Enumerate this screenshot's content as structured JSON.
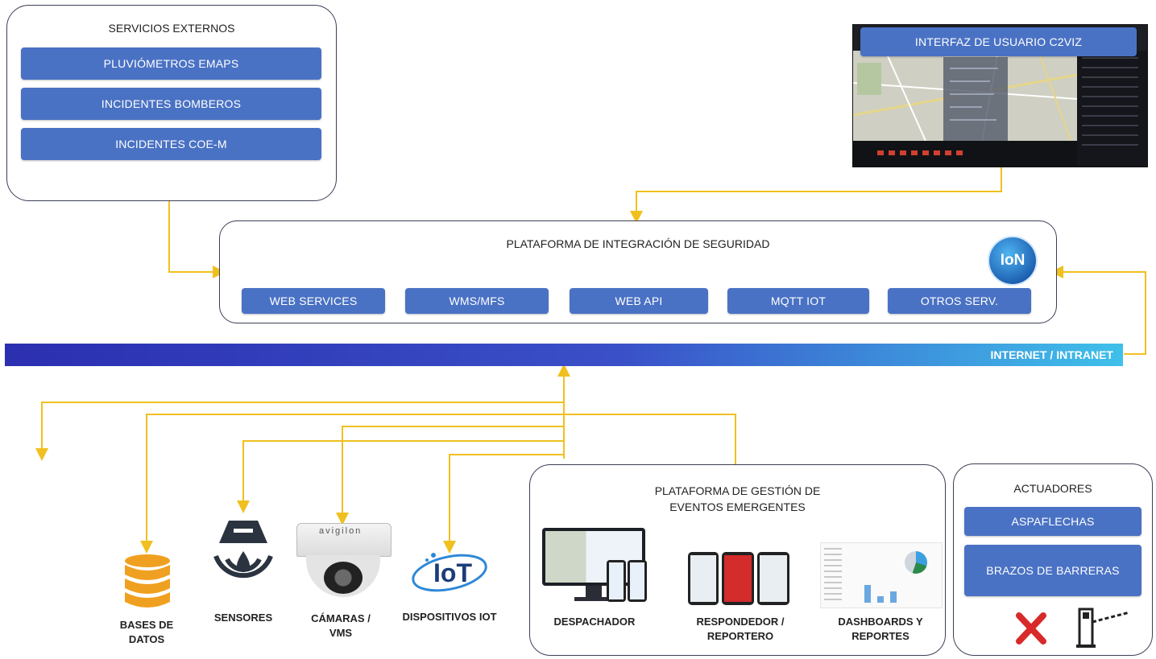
{
  "external": {
    "title": "SERVICIOS EXTERNOS",
    "items": [
      "PLUVIÓMETROS EMAPS",
      "INCIDENTES BOMBEROS",
      "INCIDENTES COE-M"
    ]
  },
  "ui": {
    "title": "INTERFAZ DE USUARIO C2VIZ"
  },
  "platform": {
    "title": "PLATAFORMA DE INTEGRACIÓN DE SEGURIDAD",
    "logo": "IoN",
    "services": [
      "WEB SERVICES",
      "WMS/MFS",
      "WEB API",
      "MQTT IOT",
      "OTROS SERV."
    ]
  },
  "network": {
    "label": "INTERNET / INTRANET"
  },
  "devices": {
    "databases": "BASES DE\nDATOS",
    "sensors": "SENSORES",
    "cameras": "CÁMARAS /\nVMS",
    "camera_brand": "avigilon",
    "iot": "DISPOSITIVOS IOT",
    "iot_logo": "IoT"
  },
  "events": {
    "title": "PLATAFORMA DE GESTIÓN DE\nEVENTOS EMERGENTES",
    "dispatcher": "DESPACHADOR",
    "responder": "RESPONDEDOR /\nREPORTERO",
    "dashboards": "DASHBOARDS Y\nREPORTES"
  },
  "actuators": {
    "title": "ACTUADORES",
    "items": [
      "ASPAFLECHAS",
      "BRAZOS DE BARRERAS"
    ]
  },
  "colors": {
    "button": "#4a72c4",
    "connector": "#f0c020",
    "band_start": "#2f2fb0",
    "band_end": "#3fc0ea"
  }
}
